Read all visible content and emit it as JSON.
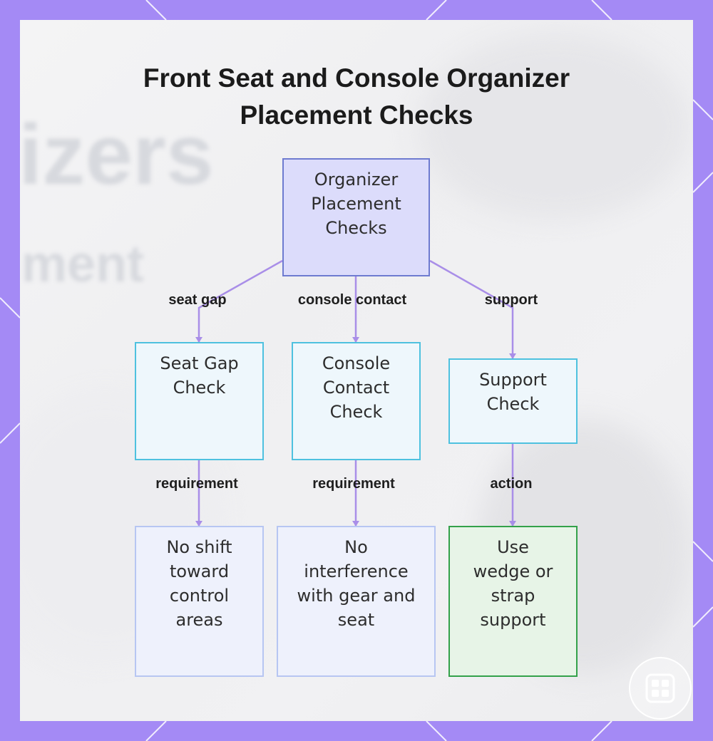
{
  "title": {
    "line1": "Front Seat and Console Organizer",
    "line2": "Placement Checks"
  },
  "background": {
    "word1": "izers",
    "word2": "ment"
  },
  "colors": {
    "frame": "#a48af5",
    "edge": "#a98ee8",
    "root_fill": "#dcdcfb",
    "root_border": "#6e7bd0",
    "check_border": "#4ec1df",
    "requirement_border": "#b7c6f2",
    "action_border": "#33a14a"
  },
  "nodes": {
    "root": {
      "label": "Organizer Placement Checks"
    },
    "seat_gap": {
      "label": "Seat Gap Check"
    },
    "console_contact": {
      "label": "Console Contact Check"
    },
    "support": {
      "label": "Support Check"
    },
    "no_shift": {
      "label": "No shift toward control areas"
    },
    "no_interference": {
      "label": "No interference with gear and seat"
    },
    "wedge": {
      "label": "Use wedge or strap support"
    }
  },
  "edges": {
    "seat_gap": "seat gap",
    "console_contact": "console contact",
    "support": "support",
    "requirement_1": "requirement",
    "requirement_2": "requirement",
    "action": "action"
  },
  "logo": {
    "icon": "grid-logo-icon"
  }
}
